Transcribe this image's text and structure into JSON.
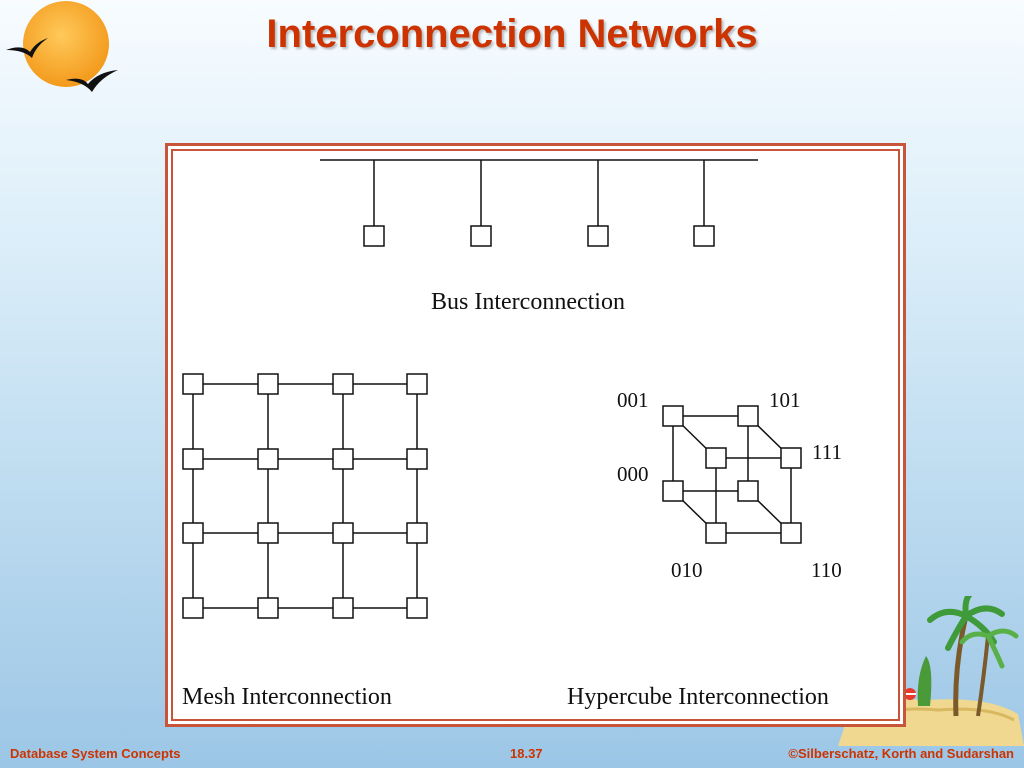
{
  "slide": {
    "title": "Interconnection Networks"
  },
  "figure": {
    "bus_label": "Bus Interconnection",
    "mesh_label": "Mesh Interconnection",
    "hypercube_label": "Hypercube Interconnection",
    "hypercube_nodes": {
      "n001": "001",
      "n101": "101",
      "n111": "111",
      "n000": "000",
      "n010": "010",
      "n110": "110"
    }
  },
  "footer": {
    "left": "Database System Concepts",
    "center": "18.37",
    "right": "©Silberschatz, Korth and Sudarshan"
  },
  "colors": {
    "title": "#cc3300",
    "frame": "#c8553a",
    "sun": "#f5a623"
  },
  "icons": [
    "sun-logo-icon",
    "bird-icon",
    "palm-tree-island-icon"
  ]
}
